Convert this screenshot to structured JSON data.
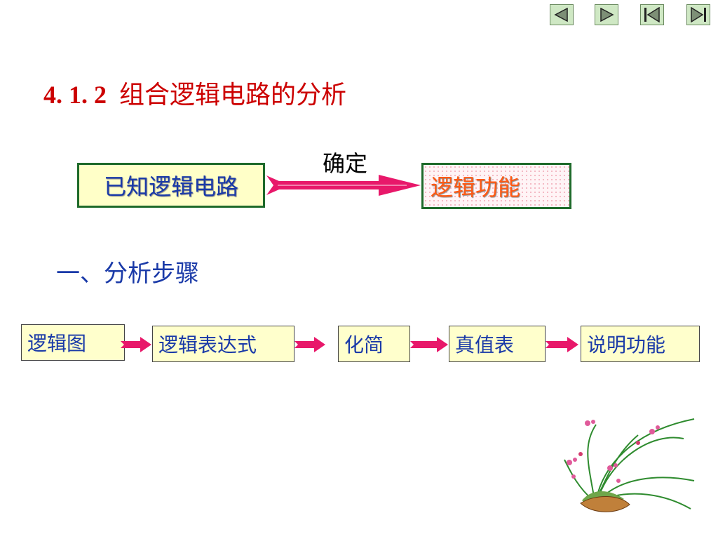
{
  "navigation": {
    "prev_icon": "triangle-left-icon",
    "next_icon": "triangle-right-icon",
    "first_icon": "skip-to-first-icon",
    "last_icon": "skip-to-last-icon"
  },
  "title": {
    "number": "4. 1. 2",
    "text": "组合逻辑电路的分析"
  },
  "flow": {
    "source": "已知逻辑电路",
    "arrow_label": "确定",
    "target": "逻辑功能"
  },
  "section": {
    "heading": "一、分析步骤"
  },
  "steps": [
    "逻辑图",
    "逻辑表达式",
    "化简",
    "真值表",
    "说明功能"
  ],
  "colors": {
    "title": "#cc0000",
    "text_blue": "#1a3aa8",
    "arrow": "#e8186a",
    "box_border": "#1e6a2a",
    "box_fill": "#ffffc8",
    "target_text": "#ff5a14"
  }
}
